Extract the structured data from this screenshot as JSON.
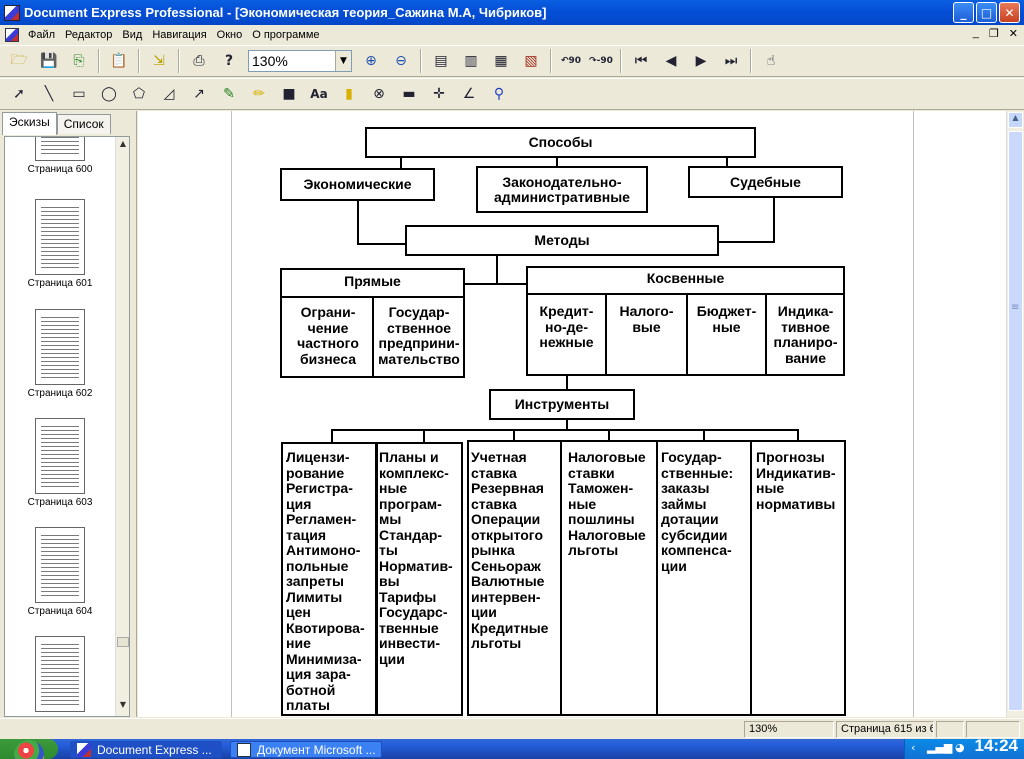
{
  "window": {
    "title": "Document Express Professional - [Экономическая теория_Сажина М.А, Чибриков]"
  },
  "menu": [
    "Файл",
    "Редактор",
    "Вид",
    "Навигация",
    "Окно",
    "О программе"
  ],
  "toolbar": {
    "zoom": "130%"
  },
  "left_panel": {
    "tabs": [
      "Эскизы",
      "Список"
    ],
    "thumbnails": [
      "Страница 600",
      "Страница 601",
      "Страница 602",
      "Страница 603",
      "Страница 604"
    ]
  },
  "diagram": {
    "top": "Способы",
    "ways": [
      "Экономические",
      "Законодательно-\nадминистративные",
      "Судебные"
    ],
    "methods": "Методы",
    "direct": "Прямые",
    "direct_items": [
      "Ограни-\nчение\nчастного\nбизнеса",
      "Государ-\nственное\nпредприни-\nмательство"
    ],
    "indirect": "Косвенные",
    "indirect_items": [
      "Кредит-\nно-де-\nнежные",
      "Налого-\nвые",
      "Бюджет-\nные",
      "Индика-\nтивное\nпланиро-\nвание"
    ],
    "instruments": "Инструменты",
    "instrument_cols": [
      "Лицензи-\nрование\nРегистра-\nция\nРегламен-\nтация\nАнтимоно-\nпольные\nзапреты\nЛимиты\nцен\nКвотирова-\nние\nМинимиза-\nция зара-\nботной\nплаты",
      "Планы и\nкомплекс-\nные\nпрограм-\nмы\nСтандар-\nты\nНорматив-\nвы\nТарифы\nГосударс-\nтвенные\nинвести-\nции",
      "Учетная\nставка\nРезервная\nставка\nОперации\nоткрытого\nрынка\nСеньораж\nВалютные\nинтервен-\nции\nКредитные\nльготы",
      "Налоговые\nставки\nТаможен-\nные\nпошлины\nНалоговые\nльготы",
      "Государ-\nственные:\nзаказы\nзаймы\nдотации\nсубсидии\nкомпенса-\nции",
      "Прогнозы\nИндикатив-\nные\nнормативы"
    ]
  },
  "status": {
    "zoom": "130%",
    "page": "Страница 615 из 6"
  },
  "taskbar": {
    "tasks": [
      "Document Express ...",
      "Документ Microsoft ..."
    ],
    "clock": "14:24"
  }
}
